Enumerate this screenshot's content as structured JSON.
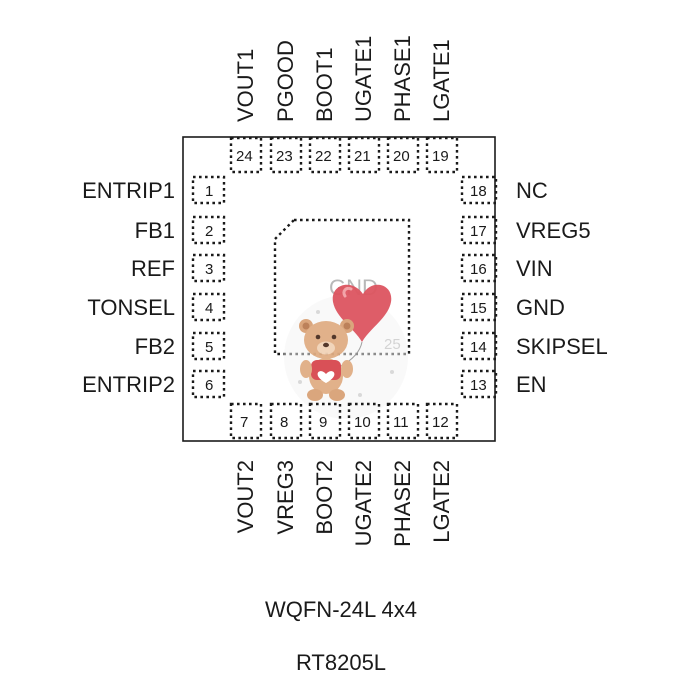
{
  "package": {
    "name": "WQFN-24L 4x4",
    "part": "RT8205L",
    "exposed_pad": {
      "label": "GND",
      "number": "25"
    }
  },
  "pins": {
    "left": [
      {
        "num": "1",
        "name": "ENTRIP1"
      },
      {
        "num": "2",
        "name": "FB1"
      },
      {
        "num": "3",
        "name": "REF"
      },
      {
        "num": "4",
        "name": "TONSEL"
      },
      {
        "num": "5",
        "name": "FB2"
      },
      {
        "num": "6",
        "name": "ENTRIP2"
      }
    ],
    "bottom": [
      {
        "num": "7",
        "name": "VOUT2"
      },
      {
        "num": "8",
        "name": "VREG3"
      },
      {
        "num": "9",
        "name": "BOOT2"
      },
      {
        "num": "10",
        "name": "UGATE2"
      },
      {
        "num": "11",
        "name": "PHASE2"
      },
      {
        "num": "12",
        "name": "LGATE2"
      }
    ],
    "right": [
      {
        "num": "13",
        "name": "EN"
      },
      {
        "num": "14",
        "name": "SKIPSEL"
      },
      {
        "num": "15",
        "name": "GND"
      },
      {
        "num": "16",
        "name": "VIN"
      },
      {
        "num": "17",
        "name": "VREG5"
      },
      {
        "num": "18",
        "name": "NC"
      }
    ],
    "top": [
      {
        "num": "19",
        "name": "LGATE1"
      },
      {
        "num": "20",
        "name": "PHASE1"
      },
      {
        "num": "21",
        "name": "UGATE1"
      },
      {
        "num": "22",
        "name": "BOOT1"
      },
      {
        "num": "23",
        "name": "PGOOD"
      },
      {
        "num": "24",
        "name": "VOUT1"
      }
    ]
  }
}
